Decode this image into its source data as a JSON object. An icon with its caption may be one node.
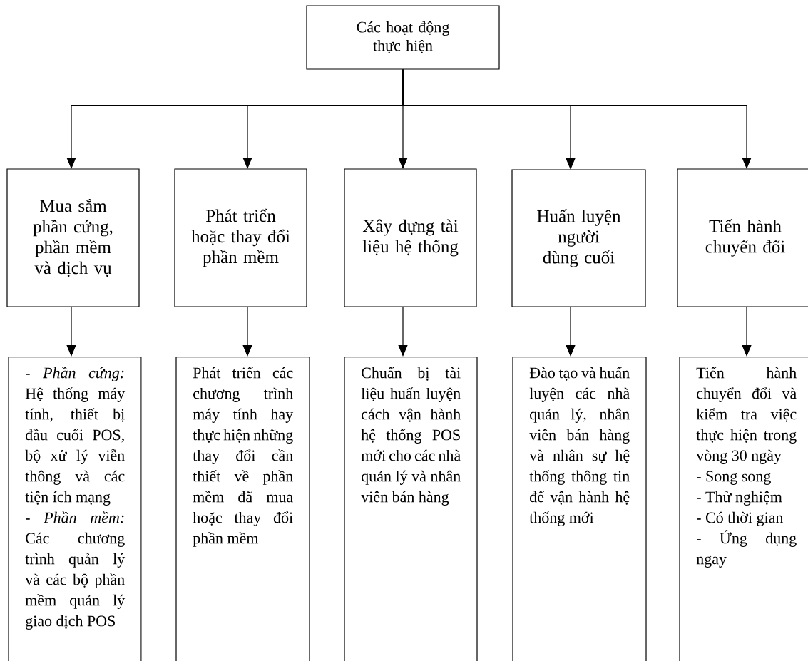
{
  "diagram": {
    "nodes": [
      {
        "text": [
          "Các hoạt động thực hiện"
        ]
      },
      {
        "text": [
          "Mua sắm phần cứng, phần mềm và dịch vụ"
        ]
      },
      {
        "text": [
          "Phát triển hoặc thay đổi phần mềm"
        ]
      },
      {
        "text": [
          "Xây dựng tài liệu hệ thống"
        ]
      },
      {
        "text": [
          "Huấn luyện người dùng cuối"
        ]
      },
      {
        "text": [
          "Tiến hành chuyển đổi"
        ]
      },
      {
        "text": [
          "- *Phần cứng:* Hệ thống máy tính, thiết bị đầu cuối POS, bộ xử lý viễn thông và các tiện ích mạng",
          "- *Phần mềm:* Các chương trình quản lý và các bộ phần mềm quản lý giao dịch POS"
        ]
      },
      {
        "text": [
          "Phát triển các chương trình máy tính hay thực hiện những thay đổi cần thiết về phần mềm đã mua hoặc thay đổi phần mềm"
        ]
      },
      {
        "text": [
          "Chuẩn bị tài liệu huấn luyện cách vận hành hệ thống POS mới cho các nhà quản lý và nhân viên bán hàng"
        ]
      },
      {
        "text": [
          "Đào tạo và huấn luyện các nhà quản lý, nhân viên bán hàng và nhân sự hệ thống thông tin để vận hành hệ thống mới"
        ]
      },
      {
        "text": [
          "Tiến hành chuyển đổi và kiểm tra việc thực hiện trong vòng 30 ngày",
          "- Song song",
          "- Thử nghiệm",
          "- Có thời gian",
          "- Ứng dụng ngay"
        ]
      }
    ],
    "edges": [
      {
        "from": 0,
        "to": 1,
        "arrow": "to"
      },
      {
        "from": 0,
        "to": 2,
        "arrow": "to"
      },
      {
        "from": 0,
        "to": 3,
        "arrow": "to"
      },
      {
        "from": 0,
        "to": 4,
        "arrow": "to"
      },
      {
        "from": 0,
        "to": 5,
        "arrow": "to"
      },
      {
        "from": 1,
        "to": 6,
        "arrow": "to"
      },
      {
        "from": 2,
        "to": 7,
        "arrow": "to"
      },
      {
        "from": 3,
        "to": 8,
        "arrow": "to"
      },
      {
        "from": 4,
        "to": 9,
        "arrow": "to"
      },
      {
        "from": 5,
        "to": 10,
        "arrow": "to"
      }
    ]
  }
}
